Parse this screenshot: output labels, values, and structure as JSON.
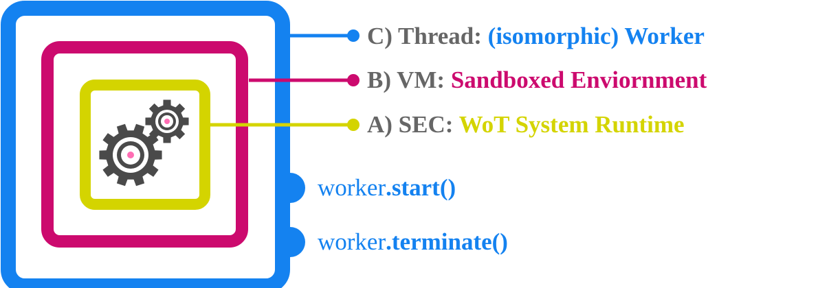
{
  "colors": {
    "thread": "#1482f0",
    "vm": "#cc0a6e",
    "sec": "#d4d400",
    "prefix": "#666666",
    "gear": "#4a4a4a",
    "gear_center": "#ff6eb4"
  },
  "icons": {
    "sec": "gears-icon"
  },
  "layers": {
    "thread": {
      "prefix": "C) Thread:",
      "value": "(isomorphic) Worker"
    },
    "vm": {
      "prefix": "B) VM:",
      "value": "Sandboxed Enviornment"
    },
    "sec": {
      "prefix": "A) SEC:",
      "value": "WoT System Runtime"
    }
  },
  "methods": {
    "start": {
      "object": "worker",
      "call": ".start()"
    },
    "terminate": {
      "object": "worker",
      "call": ".terminate()"
    }
  }
}
